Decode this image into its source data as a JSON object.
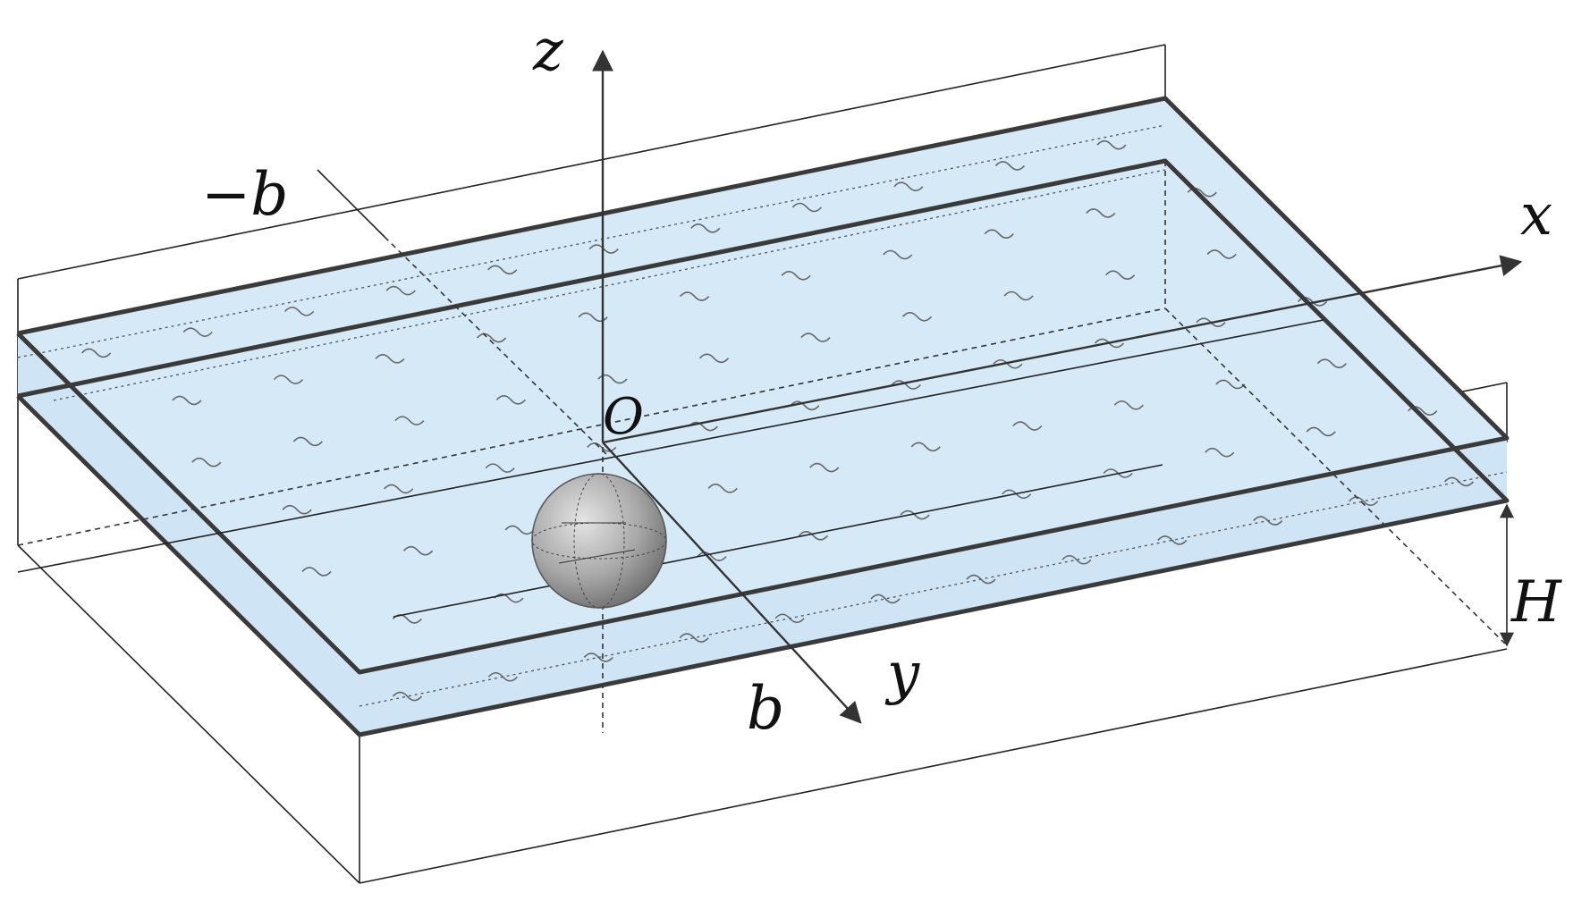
{
  "labels": {
    "z_axis": "z",
    "x_axis": "x",
    "y_axis": "y",
    "origin": "O",
    "neg_b": "−b",
    "pos_b": "b",
    "height": "H"
  },
  "colors": {
    "fluid": "#d5e9f7",
    "ink": "#222222",
    "sphere": "#9a9a9a"
  }
}
